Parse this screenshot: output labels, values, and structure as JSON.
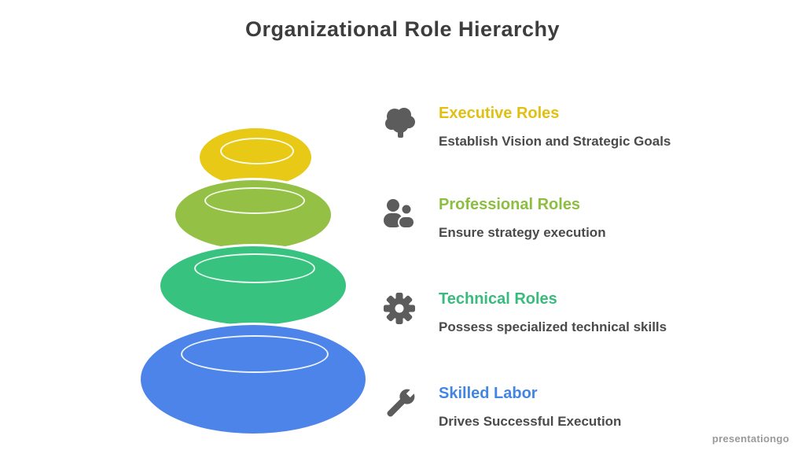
{
  "title": "Organizational Role Hierarchy",
  "watermark": "presentationgo",
  "icon_color": "#5c5c5c",
  "text_color": "#4a4a4a",
  "levels": [
    {
      "heading": "Executive Roles",
      "heading_color": "#e2c013",
      "description": "Establish Vision and Strategic Goals",
      "icon": "brain-icon",
      "pebble_color": "#e7c916"
    },
    {
      "heading": "Professional Roles",
      "heading_color": "#8cbe3f",
      "description": "Ensure strategy execution",
      "icon": "team-icon",
      "pebble_color": "#93c045"
    },
    {
      "heading": "Technical Roles",
      "heading_color": "#3abb7e",
      "description": "Possess specialized technical skills",
      "icon": "gear-icon",
      "pebble_color": "#37c27f"
    },
    {
      "heading": "Skilled Labor",
      "heading_color": "#4285e4",
      "description": "Drives Successful Execution",
      "icon": "wrench-icon",
      "pebble_color": "#4c84ea"
    }
  ]
}
